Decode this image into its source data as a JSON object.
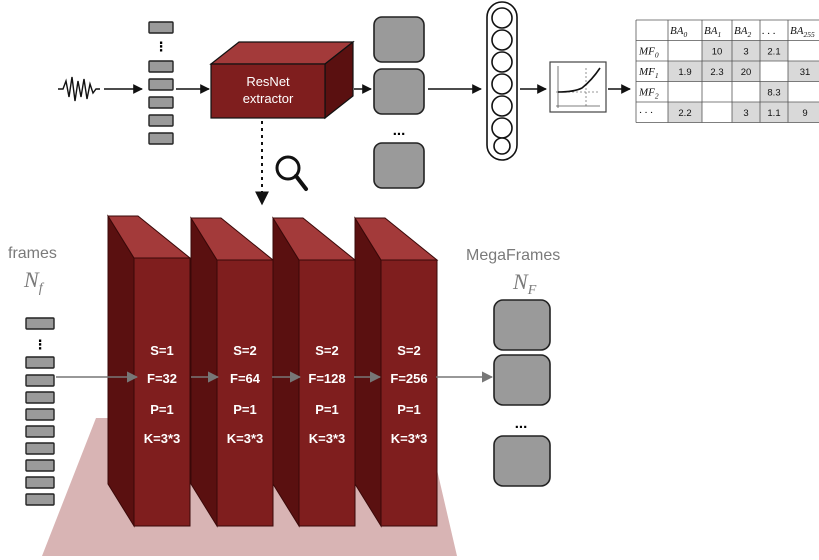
{
  "extractor": {
    "line1": "ResNet",
    "line2": "extractor"
  },
  "labels": {
    "frames": "frames",
    "frames_symbol": "N",
    "frames_symbol_sub": "f",
    "megaframes": "MegaFrames",
    "megaframes_symbol": "N",
    "megaframes_symbol_sub": "F",
    "ellipsis": "...",
    "vertical_ellipsis": "⋮"
  },
  "layers": [
    {
      "s": "S=1",
      "f": "F=32",
      "p": "P=1",
      "k": "K=3*3"
    },
    {
      "s": "S=2",
      "f": "F=64",
      "p": "P=1",
      "k": "K=3*3"
    },
    {
      "s": "S=2",
      "f": "F=128",
      "p": "P=1",
      "k": "K=3*3"
    },
    {
      "s": "S=2",
      "f": "F=256",
      "p": "P=1",
      "k": "K=3*3"
    }
  ],
  "table": {
    "col_headers": [
      {
        "base": "BA",
        "sub": "0"
      },
      {
        "base": "BA",
        "sub": "1"
      },
      {
        "base": "BA",
        "sub": "2"
      },
      {
        "base": ". . .",
        "sub": ""
      },
      {
        "base": "BA",
        "sub": "255"
      }
    ],
    "rows": [
      {
        "label": {
          "base": "MF",
          "sub": "0"
        },
        "cells": [
          "",
          "10",
          "3",
          "2.1",
          ""
        ]
      },
      {
        "label": {
          "base": "MF",
          "sub": "1"
        },
        "cells": [
          "1.9",
          "2.3",
          "20",
          "",
          "31"
        ]
      },
      {
        "label": {
          "base": "MF",
          "sub": "2"
        },
        "cells": [
          "",
          "",
          "",
          "8.3",
          ""
        ]
      },
      {
        "label": {
          "base": "· · ·",
          "sub": ""
        },
        "cells": [
          "2.2",
          "",
          "3",
          "1.1",
          "9"
        ]
      }
    ],
    "shaded_cells": [
      [
        0,
        1
      ],
      [
        0,
        2
      ],
      [
        0,
        3
      ],
      [
        1,
        0
      ],
      [
        1,
        1
      ],
      [
        1,
        2
      ],
      [
        1,
        4
      ],
      [
        2,
        3
      ],
      [
        3,
        0
      ],
      [
        3,
        2
      ],
      [
        3,
        3
      ],
      [
        3,
        4
      ]
    ]
  },
  "colors": {
    "maroon": "#7f1e1e",
    "maroon_dark": "#5a1010",
    "maroon_top": "#a33a3a",
    "floor": "#d8b4b4",
    "box_gray": "#9a9a9a",
    "cell_shade": "#d9d9d9",
    "arrow": "#777777"
  },
  "icons": [
    "waveform-icon",
    "magnifier-icon"
  ]
}
